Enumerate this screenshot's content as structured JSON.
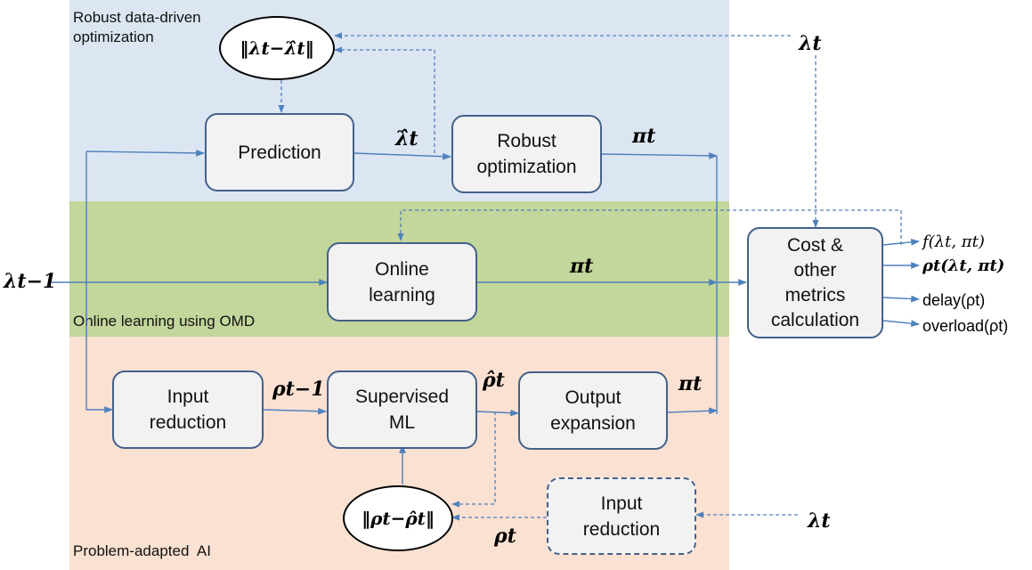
{
  "sections": {
    "robust": "Robust data-driven\noptimization",
    "online": "Online learning using OMD",
    "problem": "Problem-adapted  AI"
  },
  "boxes": {
    "prediction": "Prediction",
    "robust_optimization": "Robust\noptimization",
    "online_learning": "Online\nlearning",
    "cost": "Cost &\nother\nmetrics\ncalculation",
    "input_reduction": "Input\nreduction",
    "supervised_ml": "Supervised\nML",
    "output_expansion": "Output\nexpansion",
    "input_reduction_dashed": "Input\nreduction"
  },
  "ellipses": {
    "lambda_error": "‖λt−λ̂t‖",
    "rho_error": "‖ρt−ρ̂t‖"
  },
  "symbols": {
    "lambda_t": "λt",
    "lambda_t_minus_1": "λt−1",
    "lambda_hat_t": "λ̂t",
    "pi_t": "πt",
    "rho_t_minus_1": "ρt−1",
    "rho_hat_t": "ρ̂t",
    "rho_t": "ρt"
  },
  "outputs": [
    "f(λt, πt)",
    "ρt(λt, πt)",
    "delay(ρt)",
    "overload(ρt)"
  ],
  "colors": {
    "robust_band": "#dce6f2",
    "online_band": "#c3d69b",
    "problem_band": "#fbe1d2",
    "box_border": "#43618a",
    "arrow": "#4f81bd"
  }
}
